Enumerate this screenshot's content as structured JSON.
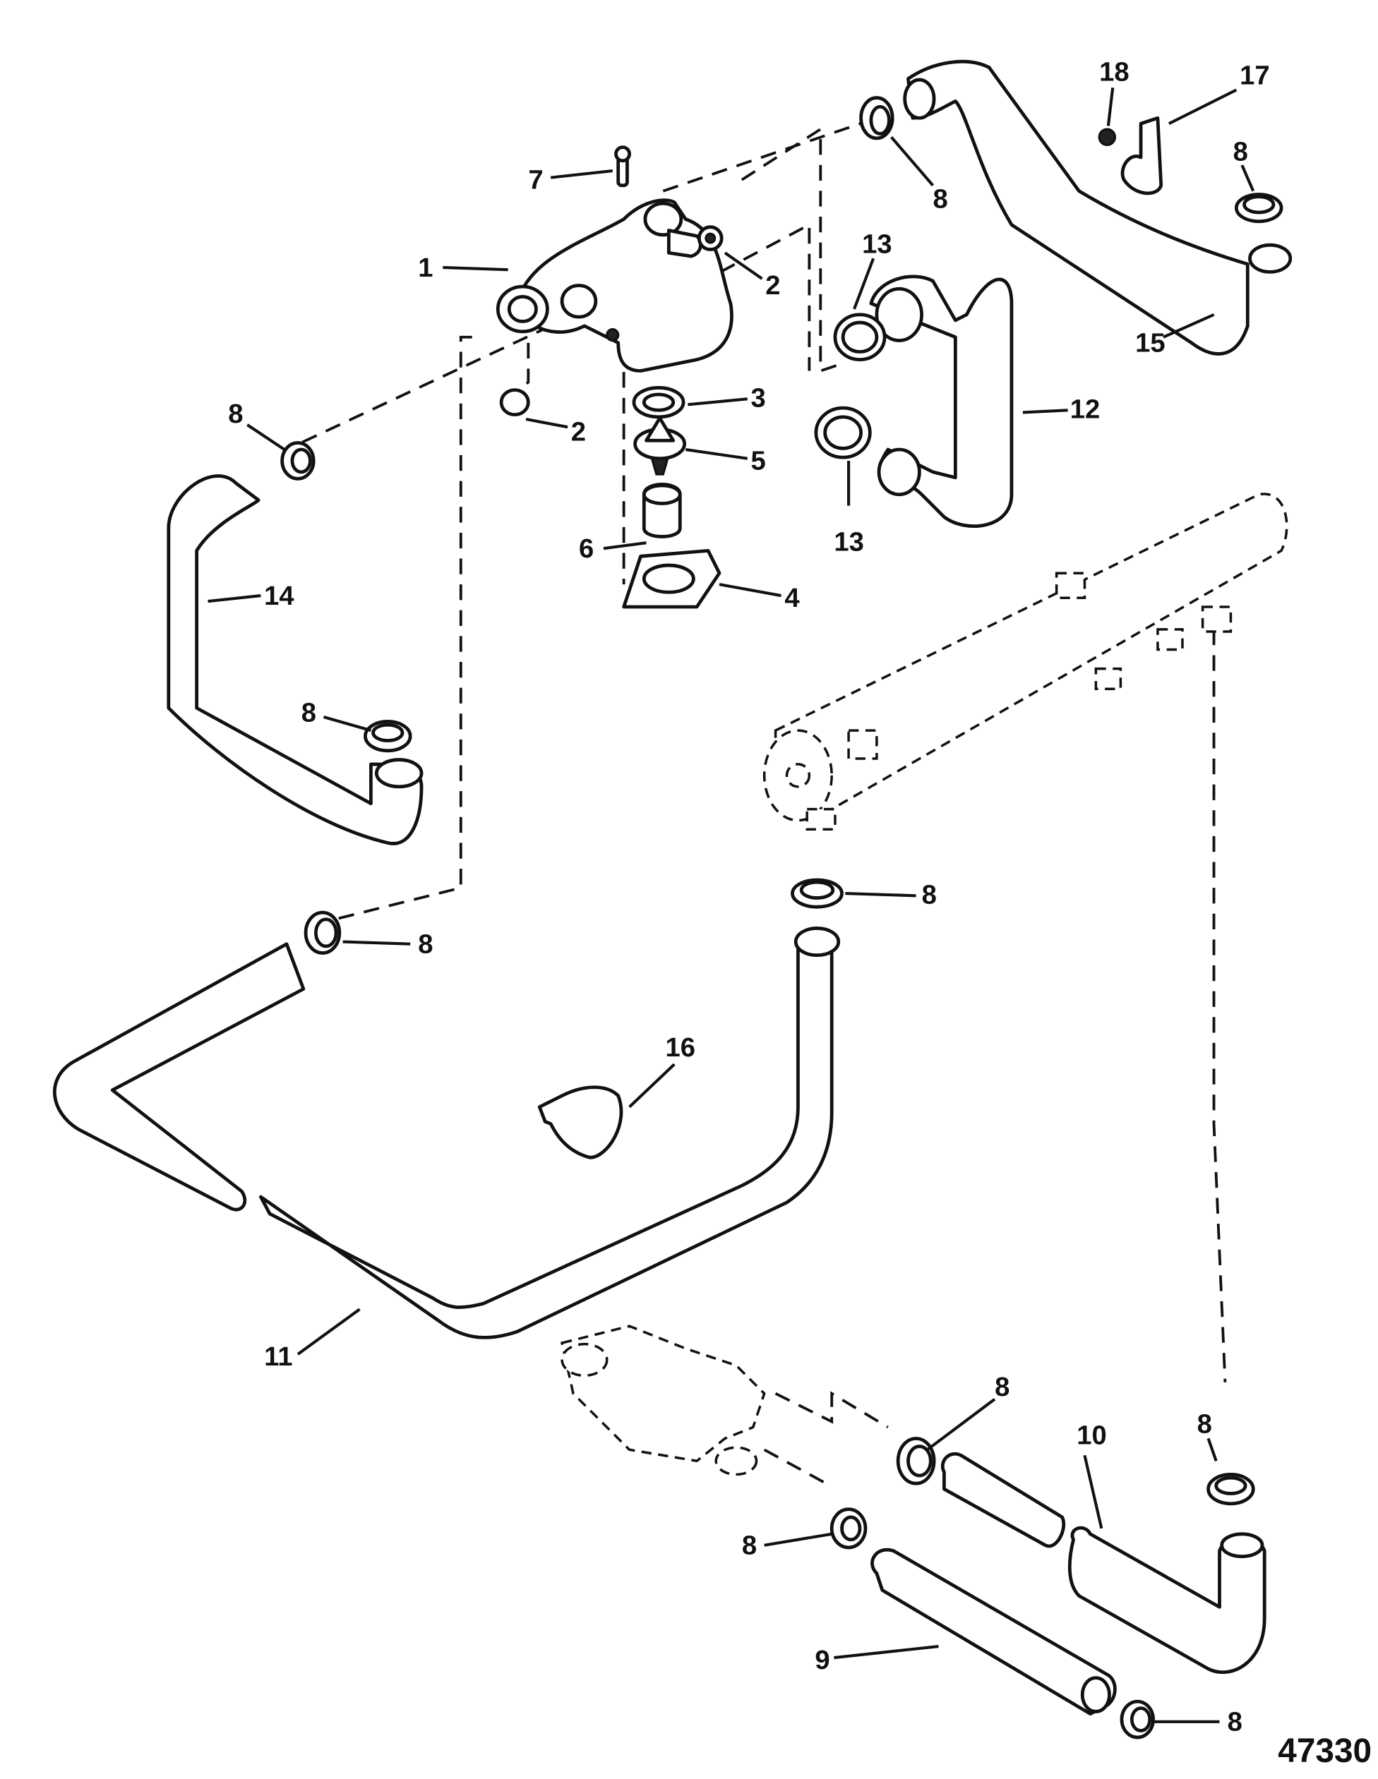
{
  "diagram": {
    "type": "exploded-parts-diagram",
    "figure_number": "47330",
    "callouts": [
      {
        "id": "c1",
        "label": "1",
        "part": "thermostat-housing"
      },
      {
        "id": "c2a",
        "label": "2",
        "part": "plug"
      },
      {
        "id": "c2b",
        "label": "2",
        "part": "plug"
      },
      {
        "id": "c3",
        "label": "3",
        "part": "seal"
      },
      {
        "id": "c4",
        "label": "4",
        "part": "gasket"
      },
      {
        "id": "c5",
        "label": "5",
        "part": "thermostat"
      },
      {
        "id": "c6",
        "label": "6",
        "part": "sleeve"
      },
      {
        "id": "c7",
        "label": "7",
        "part": "bolt"
      },
      {
        "id": "c8a",
        "label": "8",
        "part": "hose-clamp"
      },
      {
        "id": "c8b",
        "label": "8",
        "part": "hose-clamp"
      },
      {
        "id": "c8c",
        "label": "8",
        "part": "hose-clamp"
      },
      {
        "id": "c8d",
        "label": "8",
        "part": "hose-clamp"
      },
      {
        "id": "c8e",
        "label": "8",
        "part": "hose-clamp"
      },
      {
        "id": "c8f",
        "label": "8",
        "part": "hose-clamp"
      },
      {
        "id": "c8g",
        "label": "8",
        "part": "hose-clamp"
      },
      {
        "id": "c8h",
        "label": "8",
        "part": "hose-clamp"
      },
      {
        "id": "c8i",
        "label": "8",
        "part": "hose-clamp"
      },
      {
        "id": "c8j",
        "label": "8",
        "part": "hose-clamp"
      },
      {
        "id": "c9",
        "label": "9",
        "part": "hose"
      },
      {
        "id": "c10",
        "label": "10",
        "part": "hose"
      },
      {
        "id": "c11",
        "label": "11",
        "part": "hose"
      },
      {
        "id": "c12",
        "label": "12",
        "part": "hose"
      },
      {
        "id": "c13a",
        "label": "13",
        "part": "hose-clamp"
      },
      {
        "id": "c13b",
        "label": "13",
        "part": "hose-clamp"
      },
      {
        "id": "c14",
        "label": "14",
        "part": "hose"
      },
      {
        "id": "c15",
        "label": "15",
        "part": "hose"
      },
      {
        "id": "c16",
        "label": "16",
        "part": "clip"
      },
      {
        "id": "c17",
        "label": "17",
        "part": "bracket"
      },
      {
        "id": "c18",
        "label": "18",
        "part": "nut"
      }
    ]
  }
}
